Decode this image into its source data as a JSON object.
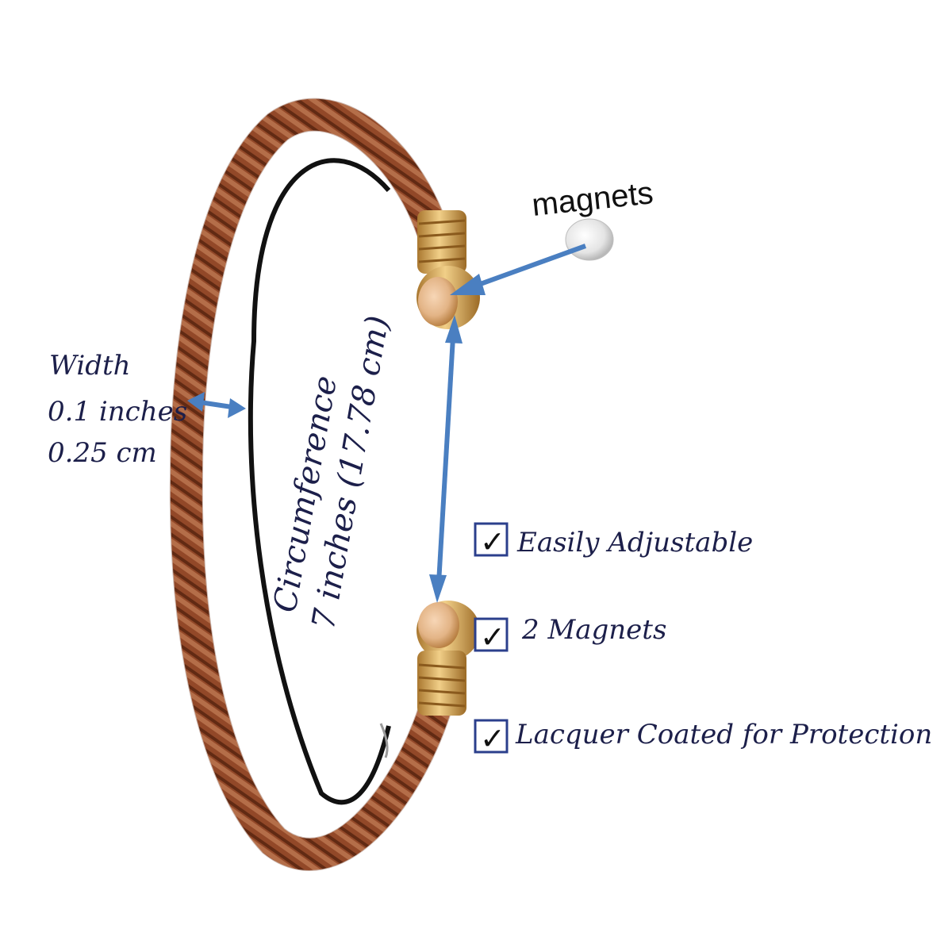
{
  "labels": {
    "magnets": "magnets",
    "width_title": "Width",
    "width_inches": "0.1 inches",
    "width_cm": "0.25 cm",
    "circumference_title": "Circumference",
    "circumference_value": "7 inches (17.78 cm)"
  },
  "features": [
    {
      "label": "Easily Adjustable",
      "checked": true
    },
    {
      "label": "2 Magnets",
      "checked": true
    },
    {
      "label": "Lacquer Coated for Protection",
      "checked": true
    }
  ],
  "colors": {
    "copper": "#b8643a",
    "copper_dark": "#7a3a1c",
    "copper_light": "#e29a6c",
    "brass": "#d9a85a",
    "arrow": "#4a7fc1",
    "text": "#1c1f4a",
    "checkbox": "#2b3f8c"
  },
  "icons": {
    "check": "check-mark-icon",
    "arrow": "double-arrow-icon",
    "magnet": "magnet-disc-icon"
  }
}
